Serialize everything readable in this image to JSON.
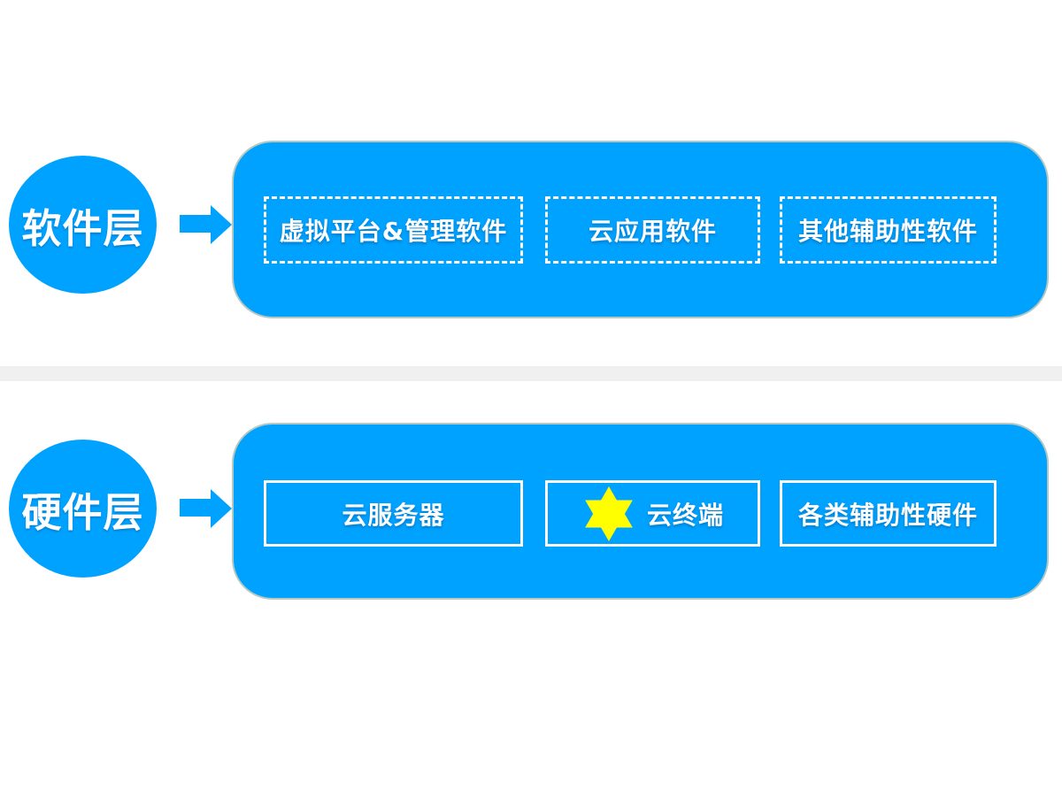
{
  "diagram": {
    "title": "cloud-architecture-layers",
    "colors": {
      "primary_blue": "#00A2FF",
      "star_yellow": "#FFFF00",
      "divider_gray": "#F0F0F0",
      "text_white": "#FFFFFF"
    },
    "layers": [
      {
        "id": "software",
        "label": "软件层",
        "arrow_icon": "arrow-right-icon",
        "box_style": "dashed",
        "items": [
          {
            "label": "虚拟平台&管理软件"
          },
          {
            "label": "云应用软件"
          },
          {
            "label": "其他辅助性软件"
          }
        ]
      },
      {
        "id": "hardware",
        "label": "硬件层",
        "arrow_icon": "arrow-right-icon",
        "box_style": "solid",
        "items": [
          {
            "label": "云服务器"
          },
          {
            "label": "云终端",
            "icon": "star-icon"
          },
          {
            "label": "各类辅助性硬件"
          }
        ]
      }
    ]
  }
}
